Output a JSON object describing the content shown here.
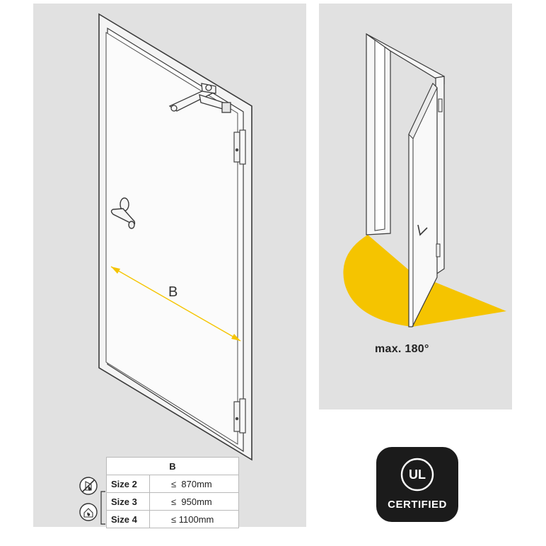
{
  "dimension_label": "B",
  "opening_angle_label": "max. 180°",
  "size_table": {
    "header": "B",
    "rows": [
      {
        "size": "Size 2",
        "symbol": "≤",
        "value": "870mm"
      },
      {
        "size": "Size 3",
        "symbol": "≤",
        "value": "950mm"
      },
      {
        "size": "Size 4",
        "symbol": "≤",
        "value": "1100mm"
      }
    ]
  },
  "icons": {
    "row1": "no-fire-door-icon",
    "row2": "fire-door-icon"
  },
  "badge": {
    "logo_text": "UL",
    "caption": "CERTIFIED"
  },
  "colors": {
    "panel": "#e1e1e1",
    "swing_area": "#f5c400",
    "badge": "#1b1b1b"
  }
}
